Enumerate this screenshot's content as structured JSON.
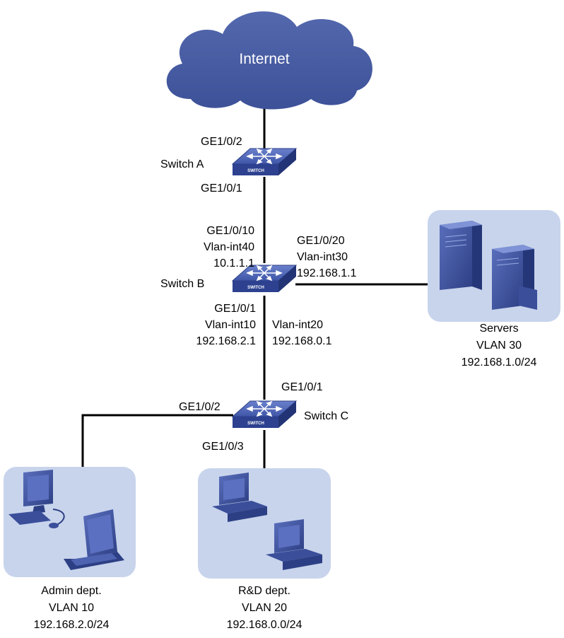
{
  "cloud": {
    "label": "Internet"
  },
  "switches": {
    "a": {
      "name": "Switch A",
      "tag": "SWITCH",
      "port_up": "GE1/0/2",
      "port_down": "GE1/0/1"
    },
    "b": {
      "name": "Switch B",
      "tag": "SWITCH",
      "up_port": "GE1/0/10",
      "up_vlan": "Vlan-int40",
      "up_ip": "10.1.1.1",
      "right_port": "GE1/0/20",
      "right_vlan": "Vlan-int30",
      "right_ip": "192.168.1.1",
      "down_port": "GE1/0/1",
      "down_vlan10": "Vlan-int10",
      "down_ip10": "192.168.2.1",
      "down_vlan20": "Vlan-int20",
      "down_ip20": "192.168.0.1"
    },
    "c": {
      "name": "Switch C",
      "tag": "SWITCH",
      "port_up": "GE1/0/1",
      "port_left": "GE1/0/2",
      "port_down": "GE1/0/3"
    }
  },
  "groups": {
    "servers": {
      "name": "Servers",
      "vlan": "VLAN 30",
      "subnet": "192.168.1.0/24"
    },
    "admin": {
      "name": "Admin dept.",
      "vlan": "VLAN 10",
      "subnet": "192.168.2.0/24"
    },
    "rd": {
      "name": "R&D dept.",
      "vlan": "VLAN 20",
      "subnet": "192.168.0.0/24"
    }
  },
  "colors": {
    "cloud": "#4a5fa5",
    "switch_top": "#4e66b8",
    "switch_side": "#2b3f86",
    "panel": "#c8d4ec",
    "device": "#3a4e9a"
  }
}
